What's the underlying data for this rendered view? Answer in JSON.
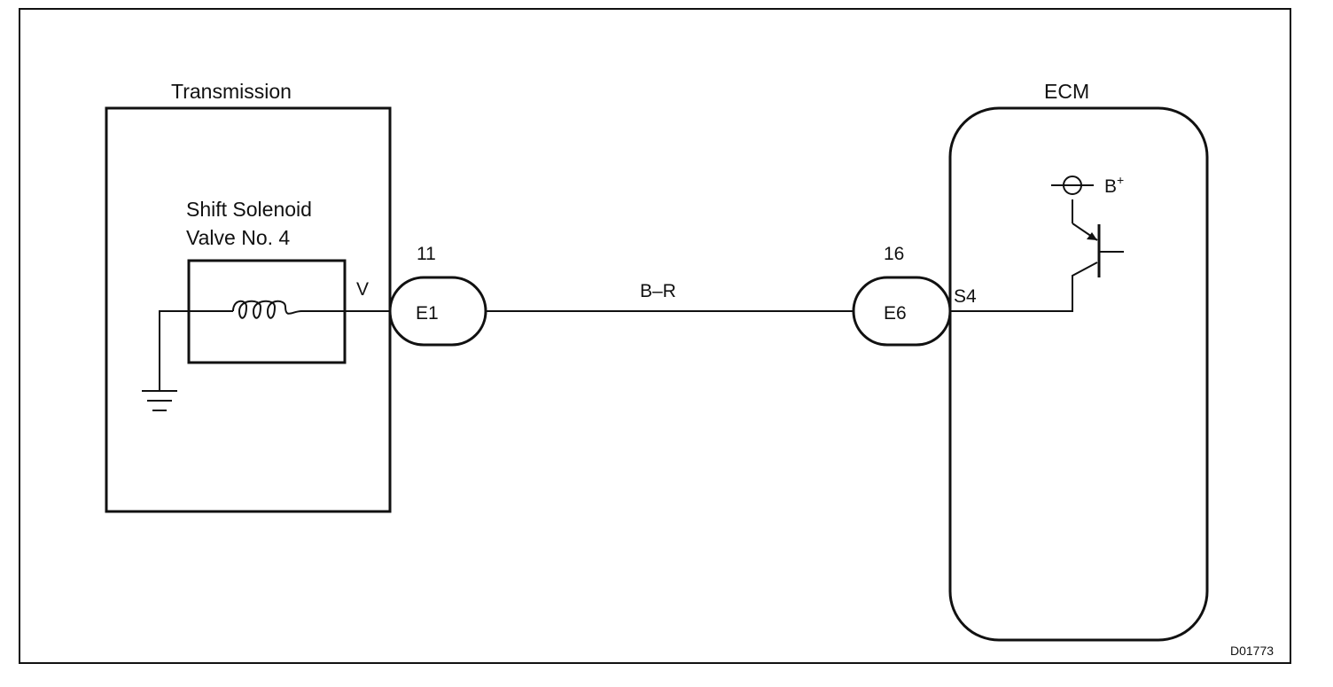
{
  "diagram": {
    "transmission": {
      "label": "Transmission"
    },
    "solenoid": {
      "label_line1": "Shift Solenoid",
      "label_line2": "Valve No. 4",
      "terminal": "V"
    },
    "connector_left": {
      "name": "E1",
      "pin": "11"
    },
    "wire": {
      "color_code": "B–R"
    },
    "connector_right": {
      "name": "E6",
      "pin": "16"
    },
    "ecm": {
      "label": "ECM",
      "terminal": "S4",
      "supply_label": "B",
      "supply_sup": "+"
    },
    "figure_code": "D01773"
  }
}
